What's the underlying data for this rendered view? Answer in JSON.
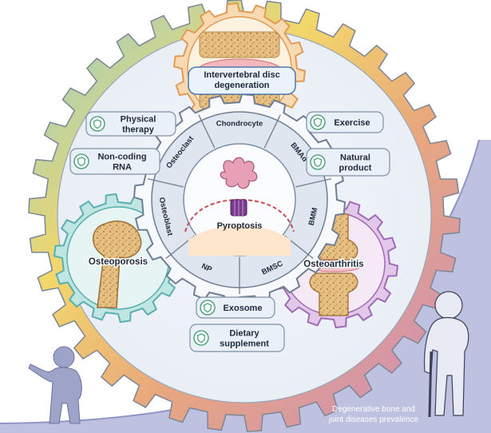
{
  "center": {
    "label": "Pyroptosis"
  },
  "ring_segments": [
    "Osteoclast",
    "Chondrocyte",
    "BMAd",
    "BMM",
    "BMSC",
    "NP",
    "Osteoblast"
  ],
  "diseases": {
    "top": "Intervertebral disc degeneration",
    "left": "Osteoporosis",
    "right": "Osteoarthritis"
  },
  "therapies": [
    {
      "lines": [
        "Physical",
        "therapy"
      ]
    },
    {
      "lines": [
        "Non-coding",
        "RNA"
      ]
    },
    {
      "lines": [
        "Exercise"
      ]
    },
    {
      "lines": [
        "Natural",
        "product"
      ]
    },
    {
      "lines": [
        "Exosome"
      ]
    },
    {
      "lines": [
        "Dietary",
        "supplement"
      ]
    }
  ],
  "prevalence_label": [
    "Degenerative bone and",
    "joint diseases prevalence"
  ],
  "colors": {
    "ring_top": "#f3d76a",
    "ring_left": "#8ccfd2",
    "ring_bottom": "#8fd0a8",
    "ring_right": "#d48db6",
    "curve": "#a9aed4",
    "chip": "#eaf0f7",
    "chip_border": "#7d8fa6",
    "shield": "#3a9a6a",
    "inner_ring": "#6f7d92"
  }
}
